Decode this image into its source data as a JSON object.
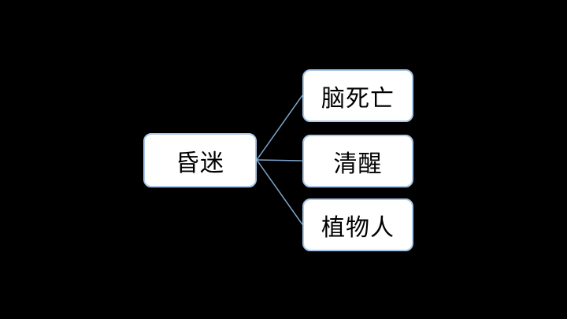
{
  "diagram": {
    "type": "hierarchy",
    "root": {
      "label": "昏迷"
    },
    "children": [
      {
        "label": "脑死亡"
      },
      {
        "label": "清醒"
      },
      {
        "label": "植物人"
      }
    ],
    "colors": {
      "background": "#000000",
      "node_fill": "#ffffff",
      "node_border": "#a9c7e8",
      "connector": "#7fa8d0",
      "text": "#000000"
    }
  }
}
